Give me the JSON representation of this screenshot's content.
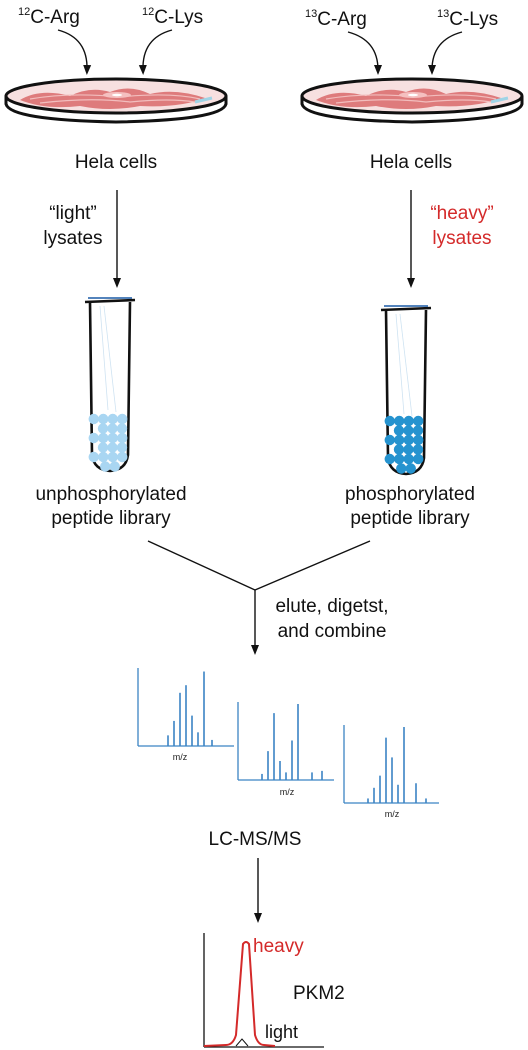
{
  "left": {
    "iso1": {
      "mass": "12",
      "label": "C-Arg"
    },
    "iso2": {
      "mass": "12",
      "label": "C-Lys"
    },
    "cells": "Hela cells",
    "lysate_line1": "“light”",
    "lysate_line2": "lysates",
    "library_line1": "unphosphorylated",
    "library_line2": "peptide library"
  },
  "right": {
    "iso1": {
      "mass": "13",
      "label": "C-Arg"
    },
    "iso2": {
      "mass": "13",
      "label": "C-Lys"
    },
    "cells": "Hela cells",
    "lysate_line1": "“heavy”",
    "lysate_line2": "lysates",
    "library_line1": "phosphorylated",
    "library_line2": "peptide library"
  },
  "combine_line1": "elute, digetst,",
  "combine_line2": "and combine",
  "spectra_axis": "m/z",
  "lcms": "LC-MS/MS",
  "result": {
    "heavy": "heavy",
    "protein": "PKM2",
    "light": "light"
  },
  "colors": {
    "black": "#111111",
    "red": "#d42a2a",
    "spectrum_blue": "#3b84c4",
    "light_beads": "#a9d6f2",
    "dark_beads": "#2593cf",
    "cells": "#d9696a"
  }
}
